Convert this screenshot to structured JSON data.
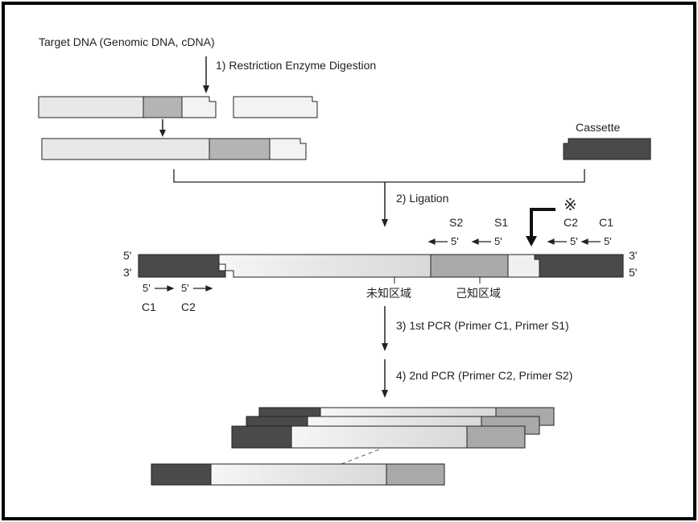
{
  "labels": {
    "target_dna": "Target DNA (Genomic DNA, cDNA)",
    "step1": "1) Restriction Enzyme Digestion",
    "cassette": "Cassette",
    "step2": "2) Ligation",
    "asterisk": "※",
    "unknown_region": "未知区域",
    "known_region": "己知区域",
    "step3": "3) 1st PCR (Primer C1, Primer S1)",
    "step4": "4) 2nd PCR (Primer C2, Primer S2)"
  },
  "primers_right": {
    "s2": "S2",
    "s1": "S1",
    "c2": "C2",
    "c1": "C1",
    "five_prime_s2": "5'",
    "five_prime_s1": "5'",
    "five_prime_c2": "5'",
    "five_prime_c1": "5'"
  },
  "primers_left": {
    "five_prime_c1": "5'",
    "five_prime_c2": "5'",
    "c1": "C1",
    "c2": "C2"
  },
  "strand_ends": {
    "left_top": "5'",
    "left_bottom": "3'",
    "right_top": "3'",
    "right_bottom": "5'"
  },
  "colors": {
    "cassette": "#4a4a4a",
    "known_region": "#a9a9a9",
    "unknown_region": "#ececec",
    "light_region": "#f4f4f4",
    "outline": "#222222",
    "border": "#000000"
  }
}
